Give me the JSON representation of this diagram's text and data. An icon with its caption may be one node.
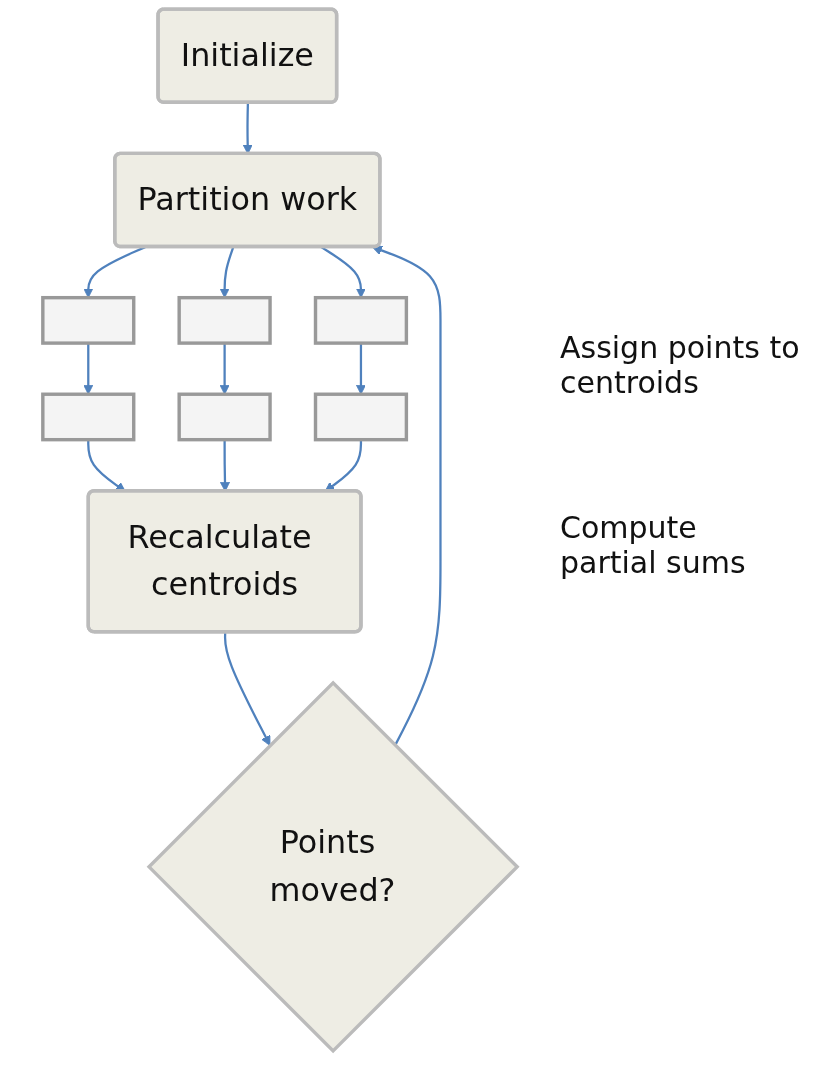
{
  "diagram": {
    "nodes": [
      {
        "text": [
          "Initialize"
        ]
      },
      {
        "text": [
          "Partition work"
        ]
      },
      {
        "text": [],
        "shape": "box"
      },
      {
        "text": [],
        "shape": "box"
      },
      {
        "text": [],
        "shape": "box"
      },
      {
        "text": [],
        "shape": "box"
      },
      {
        "text": [],
        "shape": "box"
      },
      {
        "text": [],
        "shape": "box"
      },
      {
        "text": [
          "Recalculate centroids"
        ]
      },
      {
        "text": [
          "Points moved?"
        ]
      }
    ],
    "edges": [
      {
        "from": 0,
        "to": 1,
        "arrow": "to"
      },
      {
        "from": 1,
        "to": 2,
        "arrow": "to"
      },
      {
        "from": 1,
        "to": 3,
        "arrow": "to"
      },
      {
        "from": 1,
        "to": 4,
        "arrow": "to"
      },
      {
        "from": 2,
        "to": 5,
        "arrow": "to"
      },
      {
        "from": 3,
        "to": 6,
        "arrow": "to"
      },
      {
        "from": 4,
        "to": 7,
        "arrow": "to"
      },
      {
        "from": 5,
        "to": 8,
        "arrow": "to"
      },
      {
        "from": 6,
        "to": 8,
        "arrow": "to"
      },
      {
        "from": 7,
        "to": 8,
        "arrow": "to"
      },
      {
        "from": 8,
        "to": 9,
        "arrow": "to"
      },
      {
        "from": 9,
        "to": 1,
        "arrow": "to"
      }
    ],
    "labels": [
      "Assign points to centroids",
      "Compute partial sums"
    ]
  }
}
